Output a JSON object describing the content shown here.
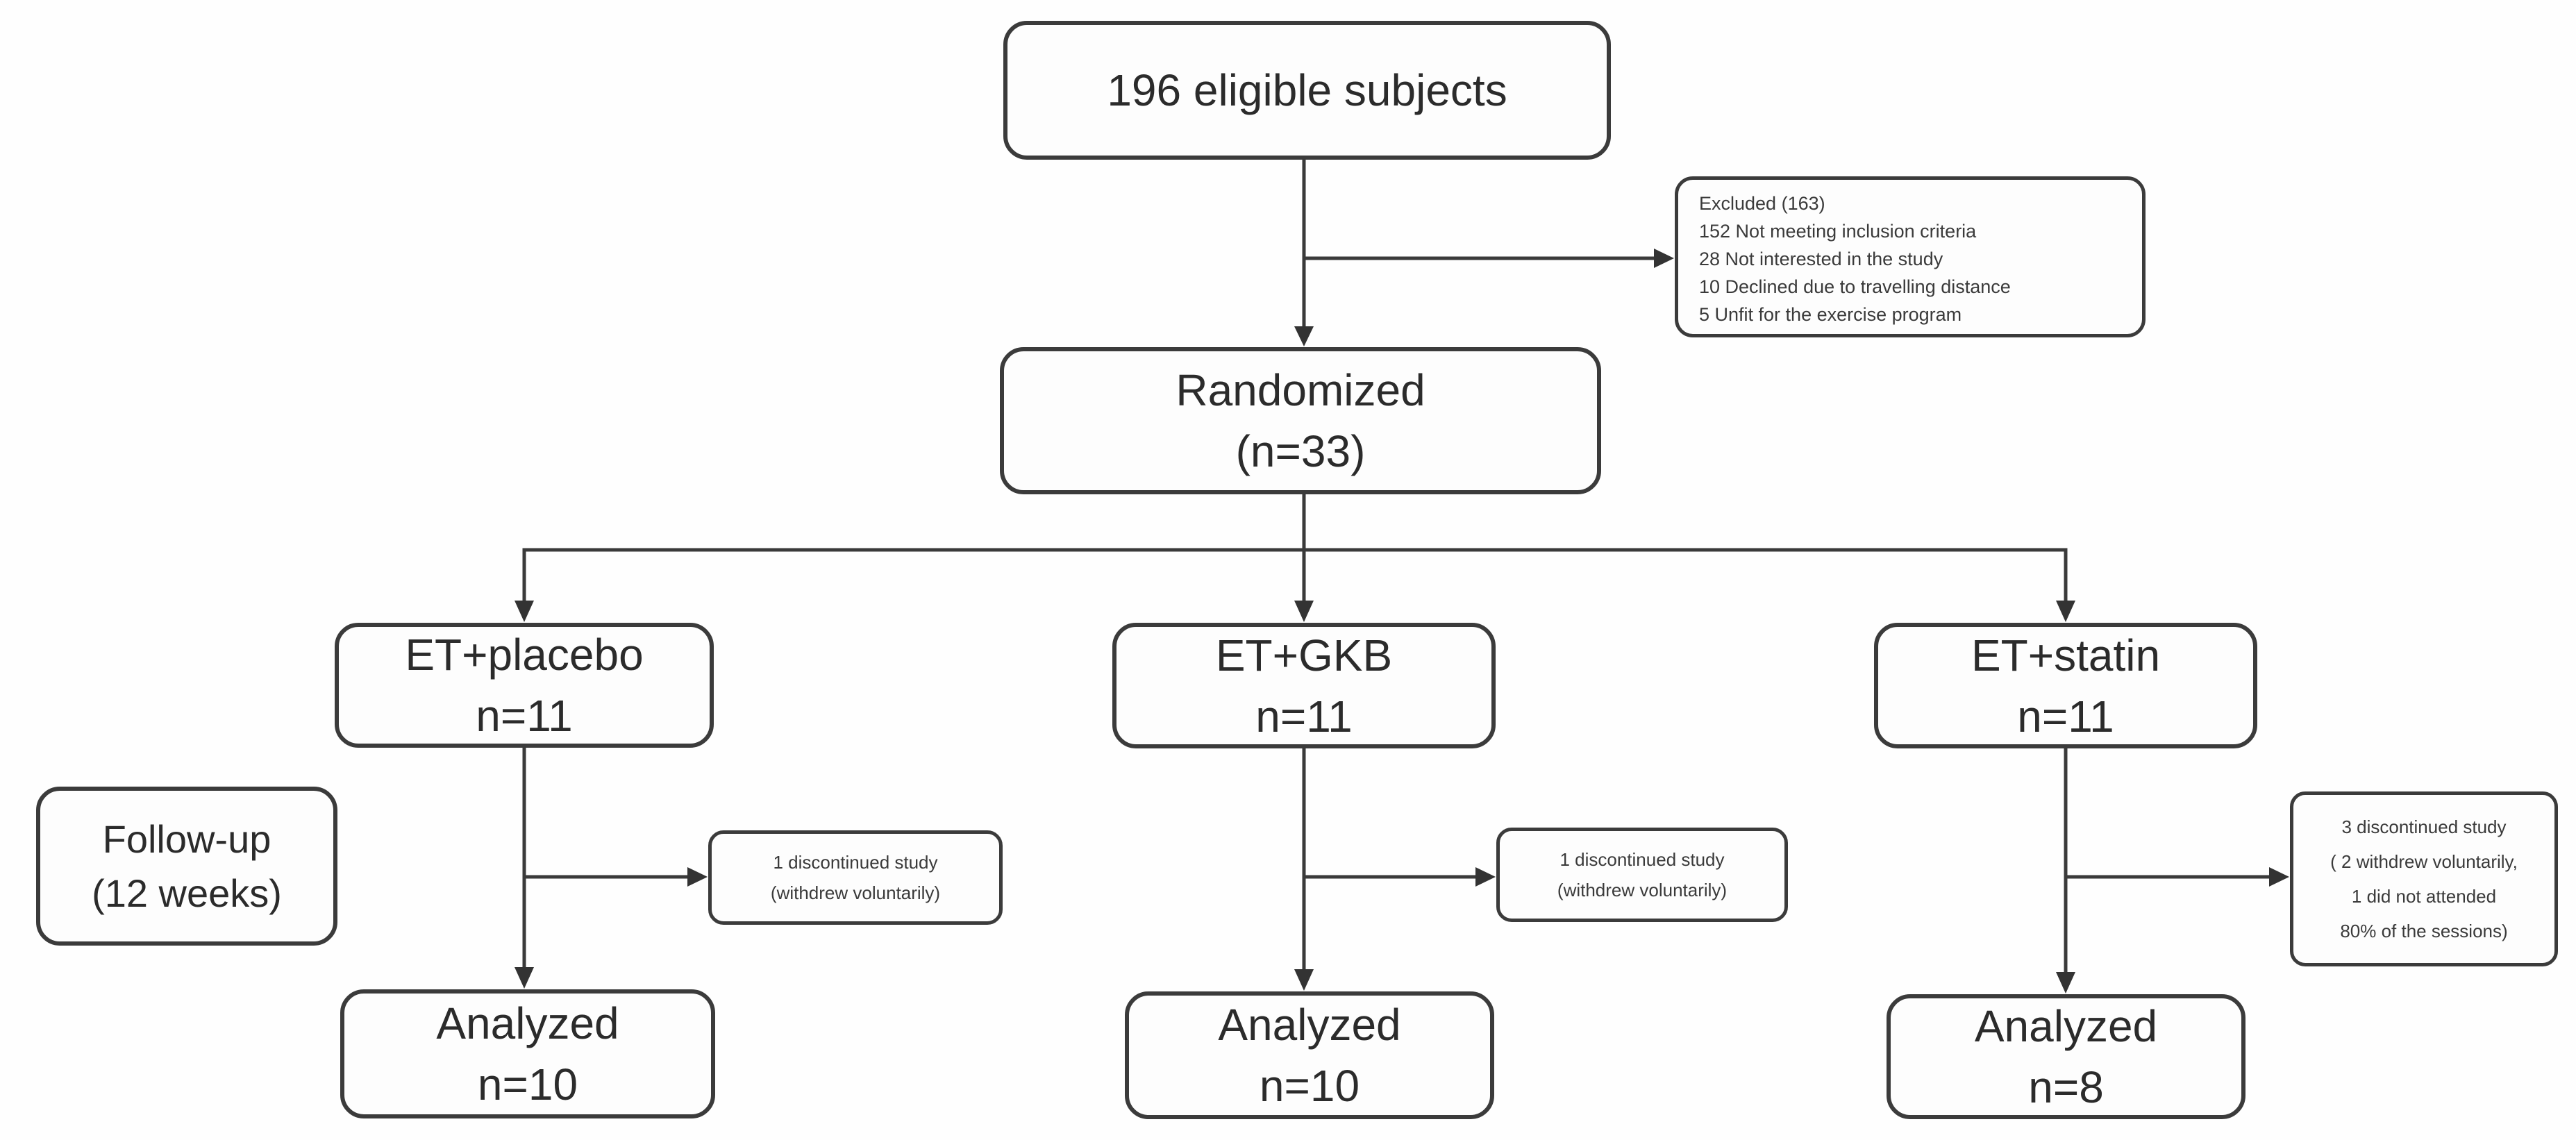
{
  "eligible": {
    "lines": [
      "196 eligible subjects"
    ]
  },
  "excluded": {
    "lines": [
      "Excluded (163)",
      "152 Not meeting inclusion criteria",
      "28 Not interested in the study",
      "10 Declined due to travelling distance",
      "5 Unfit for the exercise program"
    ]
  },
  "randomized": {
    "lines": [
      "Randomized",
      "(n=33)"
    ]
  },
  "arm_placebo": {
    "lines": [
      "ET+placebo",
      "n=11"
    ]
  },
  "arm_gkb": {
    "lines": [
      "ET+GKB",
      "n=11"
    ]
  },
  "arm_statin": {
    "lines": [
      "ET+statin",
      "n=11"
    ]
  },
  "followup": {
    "lines": [
      "Follow-up",
      "(12 weeks)"
    ]
  },
  "dropout_placebo": {
    "lines": [
      "1 discontinued study",
      "(withdrew voluntarily)"
    ]
  },
  "dropout_gkb": {
    "lines": [
      "1 discontinued study",
      "(withdrew voluntarily)"
    ]
  },
  "dropout_statin": {
    "lines": [
      "3 discontinued study",
      "( 2 withdrew voluntarily,",
      "1 did not attended",
      "80% of the sessions)"
    ]
  },
  "analyzed_placebo": {
    "lines": [
      "Analyzed",
      "n=10"
    ]
  },
  "analyzed_gkb": {
    "lines": [
      "Analyzed",
      "n=10"
    ]
  },
  "analyzed_statin": {
    "lines": [
      "Analyzed",
      "n=8"
    ]
  },
  "colors": {
    "box_border": "#3b3b3b",
    "connector_line": "#3a3a3a",
    "arrowhead": "#333333",
    "text": "#2e2e2e",
    "background": "#fefefe"
  }
}
